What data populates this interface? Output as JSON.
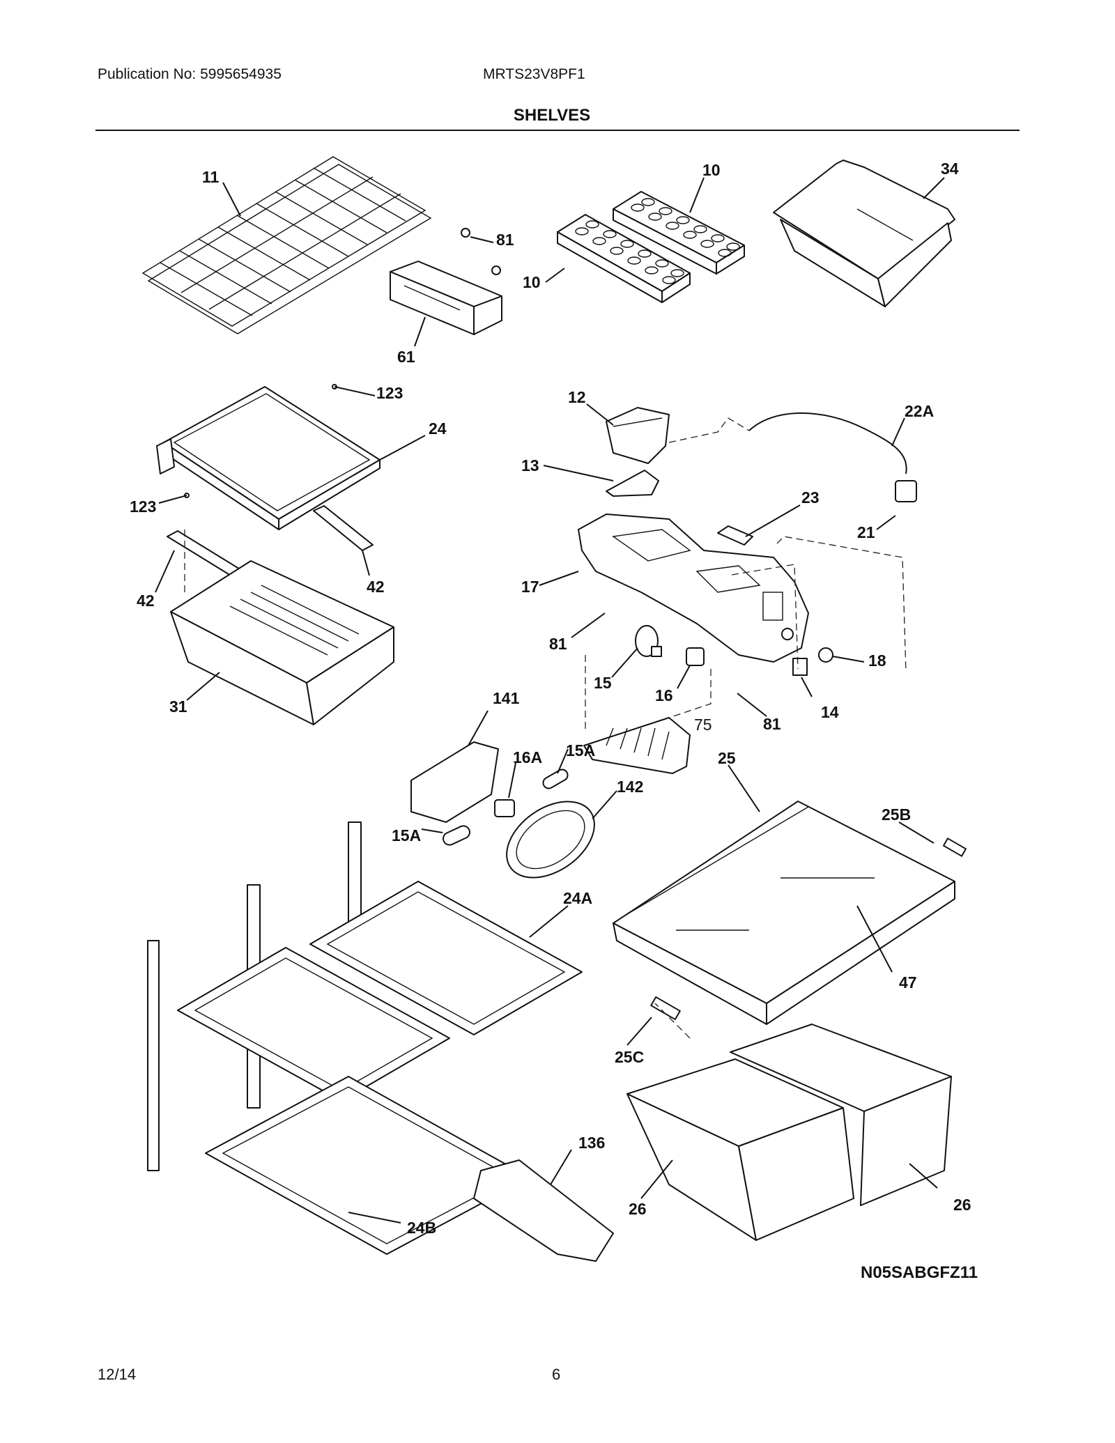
{
  "header": {
    "publication": "Publication No: 5995654935",
    "model": "MRTS23V8PF1",
    "title": "SHELVES"
  },
  "callouts": {
    "c11": "11",
    "c10a": "10",
    "c10b": "10",
    "c34": "34",
    "c81a": "81",
    "c61": "61",
    "c123a": "123",
    "c24": "24",
    "c123b": "123",
    "c42a": "42",
    "c42b": "42",
    "c31": "31",
    "c12": "12",
    "c22A": "22A",
    "c13": "13",
    "c23": "23",
    "c21": "21",
    "c17": "17",
    "c81b": "81",
    "c18": "18",
    "c15": "15",
    "c16": "16",
    "c14": "14",
    "c81c": "81",
    "c75": "75",
    "c141": "141",
    "c16A": "16A",
    "c15Aa": "15A",
    "c142": "142",
    "c15Ab": "15A",
    "c25": "25",
    "c25B": "25B",
    "c24A": "24A",
    "c47": "47",
    "c25C": "25C",
    "c136": "136",
    "c26a": "26",
    "c26b": "26",
    "c24B": "24B"
  },
  "diagram_code": "N05SABGFZ11",
  "footer": {
    "date": "12/14",
    "page": "6"
  }
}
